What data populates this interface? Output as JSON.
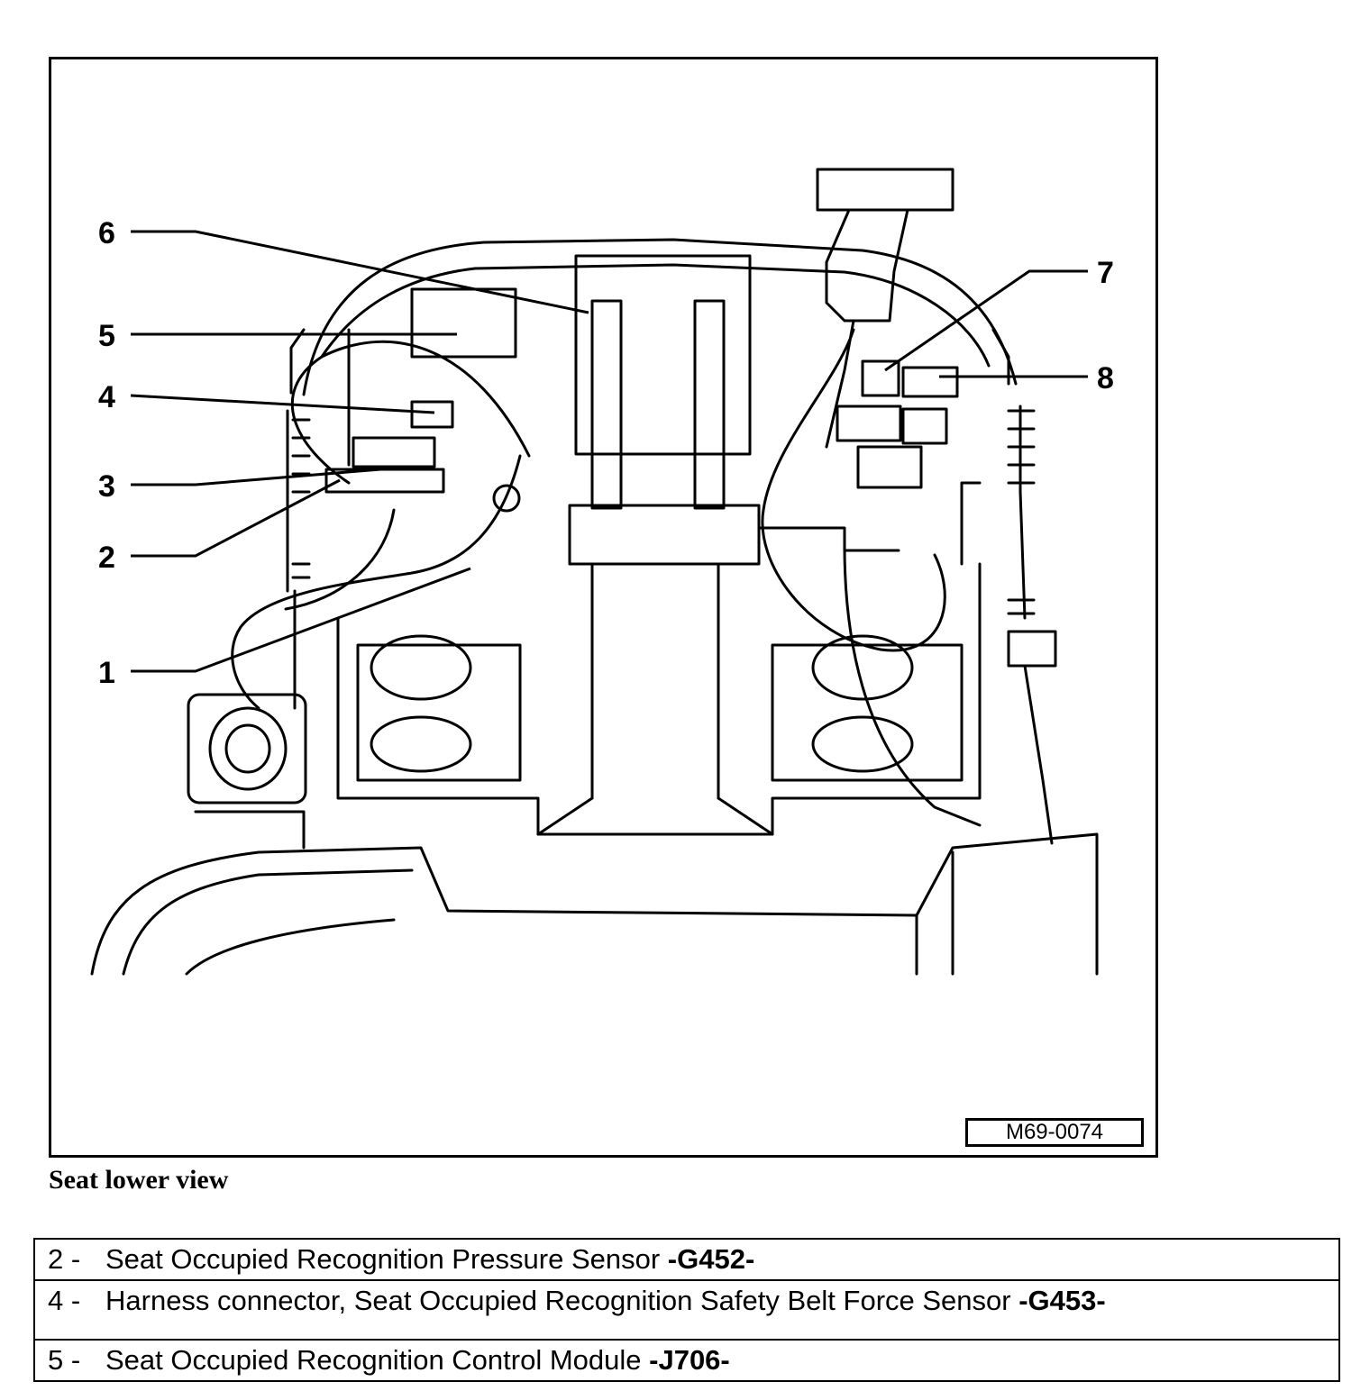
{
  "figure": {
    "code": "M69-0074",
    "callouts": [
      "1",
      "2",
      "3",
      "4",
      "5",
      "6",
      "7",
      "8"
    ]
  },
  "caption": "Seat lower view",
  "legend": [
    {
      "number": "2 -",
      "text": "Seat Occupied Recognition Pressure Sensor",
      "code": "-G452-"
    },
    {
      "number": "4 -",
      "text": "Harness connector, Seat Occupied Recognition Safety Belt Force Sensor",
      "code": "-G453-"
    },
    {
      "number": "5 -",
      "text": "Seat Occupied Recognition Control Module",
      "code": "-J706-"
    }
  ]
}
